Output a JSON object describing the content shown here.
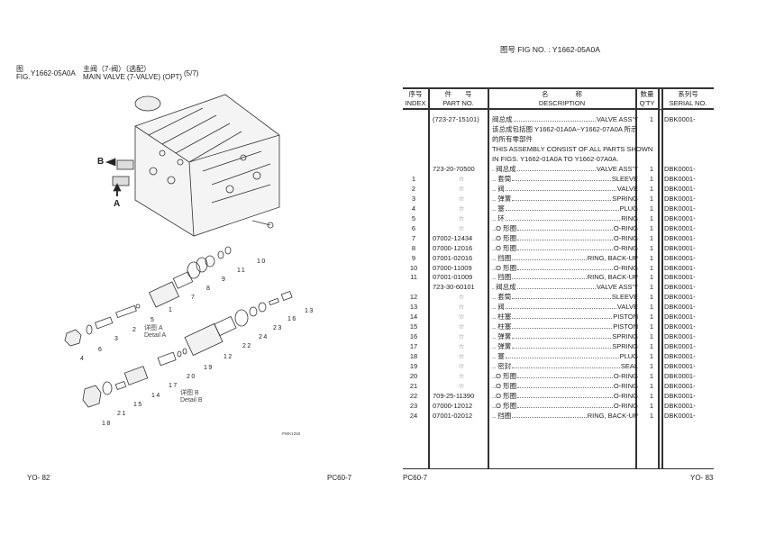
{
  "left_page": {
    "fig_label_cn": "图",
    "fig_label_en": "FIG.",
    "fig_no": "Y1662-05A0A",
    "title_cn": "主阀（7-阀）（选配）",
    "title_en": "MAIN VALVE (7-VALVE) (OPT)",
    "page_of": "(5/7)",
    "diagram": {
      "arrow_a": "A",
      "arrow_b": "B",
      "detail_a_cn": "详图 A",
      "detail_a_en": "Detail A",
      "detail_b_cn": "详图 B",
      "detail_b_en": "Detail B",
      "code": "PWK1250",
      "labels": [
        "1",
        "2",
        "3",
        "4",
        "5",
        "6",
        "7",
        "8",
        "9",
        "10",
        "11",
        "12",
        "13",
        "14",
        "15",
        "16",
        "17",
        "18",
        "19",
        "20",
        "21",
        "22",
        "23",
        "24"
      ]
    },
    "footer_left": "YO- 82",
    "footer_right": "PC60-7"
  },
  "right_page": {
    "fig_no_line": "图号  FIG NO.  :  Y1662-05A0A",
    "headers": {
      "index_cn": "序号",
      "index_en": "INDEX",
      "part_cn": "件　　号",
      "part_en": "PART NO.",
      "desc_cn": "名　　　　称",
      "desc_en": "DESCRIPTION",
      "qty_cn": "数量",
      "qty_en": "Q'TY",
      "serial_cn": "系列号",
      "serial_en": "SERIAL NO."
    },
    "assembly": {
      "part": "(723-27-15101)",
      "desc_cn": "阀总成",
      "desc_en": "VALVE ASS'Y",
      "qty": "1",
      "serial": "DBK0001-",
      "note_lines": [
        "该总成包括图 Y1662-01A0A~Y1662-07A0A 所示",
        "的所有零部件",
        "THIS ASSEMBLY CONSIST OF ALL PARTS SHOWN",
        "IN FIGS. Y1662-01A0A TO Y1662-07A0A."
      ]
    },
    "rows": [
      {
        "index": "",
        "part": "723-20-70500",
        "desc_cn": ". 阀总成",
        "desc_en": "VALVE ASS'Y",
        "qty": "1",
        "serial": "DBK0001-"
      },
      {
        "index": "1",
        "part": "☆",
        "desc_cn": ".. 套筒",
        "desc_en": "SLEEVE",
        "qty": "1",
        "serial": "DBK0001-"
      },
      {
        "index": "2",
        "part": "☆",
        "desc_cn": ".. 阀",
        "desc_en": "VALVE",
        "qty": "1",
        "serial": "DBK0001-"
      },
      {
        "index": "3",
        "part": "☆",
        "desc_cn": ".. 弹簧",
        "desc_en": "SPRING",
        "qty": "1",
        "serial": "DBK0001-"
      },
      {
        "index": "4",
        "part": "☆",
        "desc_cn": ".. 塞",
        "desc_en": "PLUG",
        "qty": "1",
        "serial": "DBK0001-"
      },
      {
        "index": "5",
        "part": "☆",
        "desc_cn": ".. 环",
        "desc_en": "RING",
        "qty": "1",
        "serial": "DBK0001-"
      },
      {
        "index": "6",
        "part": "☆",
        "desc_cn": "..O 形圈",
        "desc_en": "O-RING",
        "qty": "1",
        "serial": "DBK0001-"
      },
      {
        "index": "7",
        "part": "07002-12434",
        "desc_cn": "..O 形圈",
        "desc_en": "O-RING",
        "qty": "1",
        "serial": "DBK0001-"
      },
      {
        "index": "8",
        "part": "07000-12016",
        "desc_cn": "..O 形圈",
        "desc_en": "O-RING",
        "qty": "1",
        "serial": "DBK0001-"
      },
      {
        "index": "9",
        "part": "07001-02016",
        "desc_cn": ".. 挡圈",
        "desc_en": "RING, BACK-UP",
        "qty": "1",
        "serial": "DBK0001-"
      },
      {
        "index": "10",
        "part": "07000-11009",
        "desc_cn": "..O 形圈",
        "desc_en": "O-RING",
        "qty": "1",
        "serial": "DBK0001-"
      },
      {
        "index": "11",
        "part": "07001-01009",
        "desc_cn": ".. 挡圈",
        "desc_en": "RING, BACK-UP",
        "qty": "1",
        "serial": "DBK0001-"
      },
      {
        "index": "",
        "part": "723-30-60101",
        "desc_cn": ". 阀总成",
        "desc_en": "VALVE ASS'Y",
        "qty": "1",
        "serial": "DBK0001-"
      },
      {
        "index": "12",
        "part": "☆",
        "desc_cn": ".. 套筒",
        "desc_en": "SLEEVE",
        "qty": "1",
        "serial": "DBK0001-"
      },
      {
        "index": "13",
        "part": "☆",
        "desc_cn": ".. 阀",
        "desc_en": "VALVE",
        "qty": "1",
        "serial": "DBK0001-"
      },
      {
        "index": "14",
        "part": "☆",
        "desc_cn": ".. 柱塞",
        "desc_en": "PISTON",
        "qty": "1",
        "serial": "DBK0001-"
      },
      {
        "index": "15",
        "part": "☆",
        "desc_cn": ".. 柱塞",
        "desc_en": "PISTON",
        "qty": "1",
        "serial": "DBK0001-"
      },
      {
        "index": "16",
        "part": "☆",
        "desc_cn": ".. 弹簧",
        "desc_en": "SPRING",
        "qty": "1",
        "serial": "DBK0001-"
      },
      {
        "index": "17",
        "part": "☆",
        "desc_cn": ".. 弹簧",
        "desc_en": "SPRING",
        "qty": "1",
        "serial": "DBK0001-"
      },
      {
        "index": "18",
        "part": "☆",
        "desc_cn": ".. 塞",
        "desc_en": "PLUG",
        "qty": "1",
        "serial": "DBK0001-"
      },
      {
        "index": "19",
        "part": "☆",
        "desc_cn": ".. 密封",
        "desc_en": "SEAL",
        "qty": "1",
        "serial": "DBK0001-"
      },
      {
        "index": "20",
        "part": "☆",
        "desc_cn": "..O 形圈",
        "desc_en": "O-RING",
        "qty": "1",
        "serial": "DBK0001-"
      },
      {
        "index": "21",
        "part": "☆",
        "desc_cn": "..O 形圈",
        "desc_en": "O-RING",
        "qty": "1",
        "serial": "DBK0001-"
      },
      {
        "index": "22",
        "part": "709-25-11390",
        "desc_cn": "..O 形圈",
        "desc_en": "O-RING",
        "qty": "1",
        "serial": "DBK0001-"
      },
      {
        "index": "23",
        "part": "07000-12012",
        "desc_cn": "..O 形圈",
        "desc_en": "O-RING",
        "qty": "1",
        "serial": "DBK0001-"
      },
      {
        "index": "24",
        "part": "07001-02012",
        "desc_cn": ".. 挡圈",
        "desc_en": "RING, BACK-UP",
        "qty": "1",
        "serial": "DBK0001-"
      }
    ],
    "footer_left": "PC60-7",
    "footer_right": "YO- 83"
  }
}
